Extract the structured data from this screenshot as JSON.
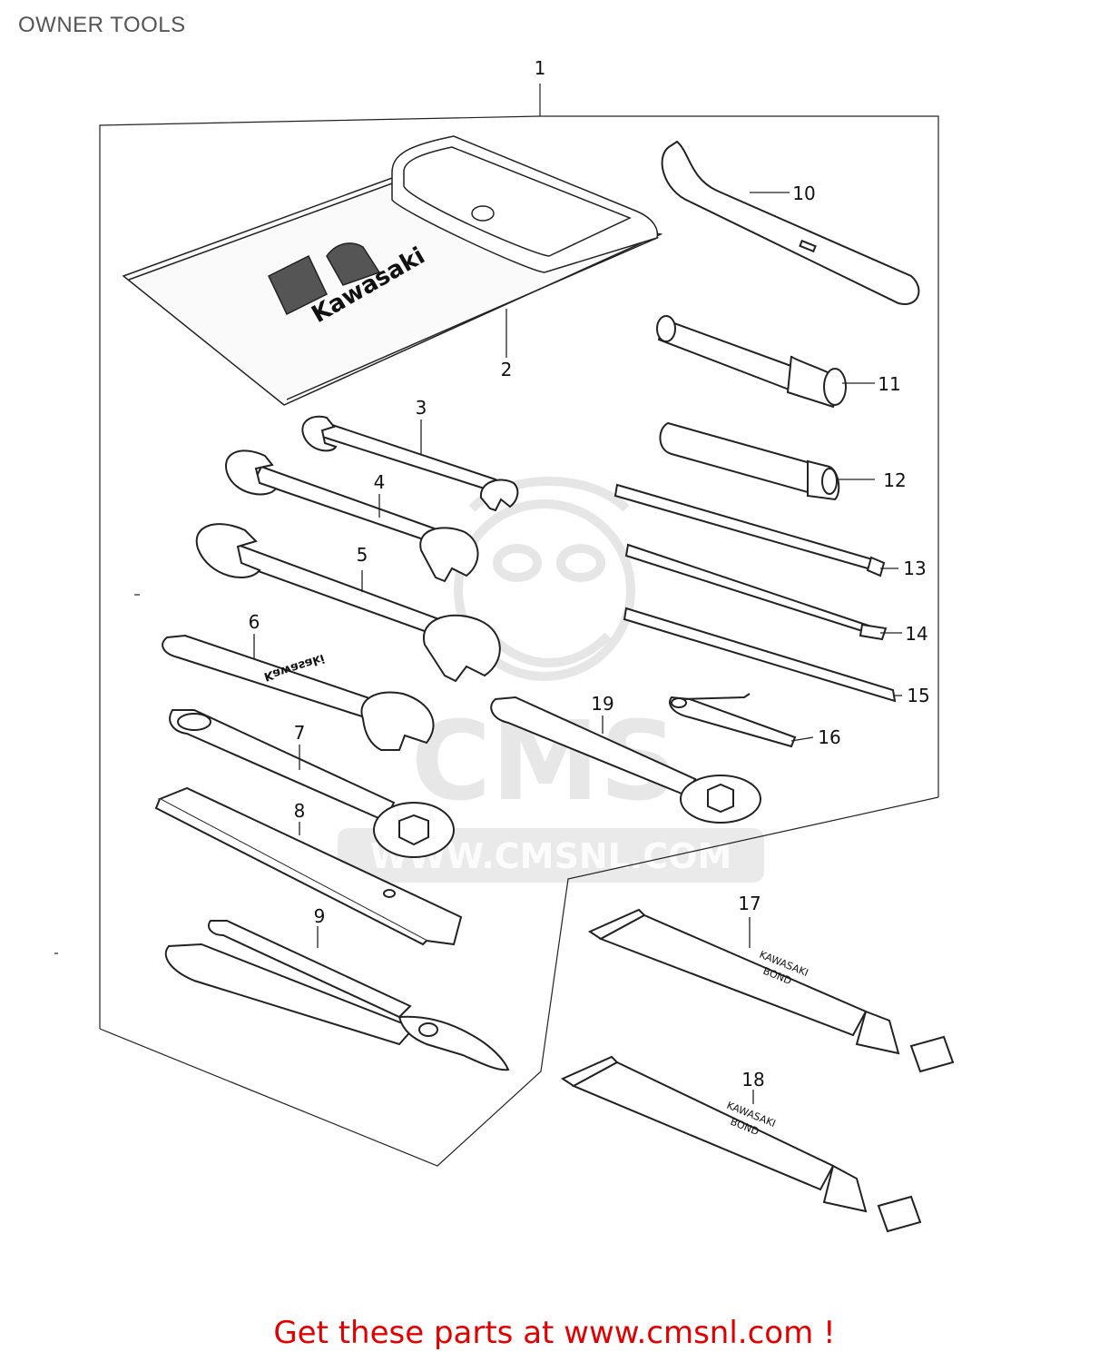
{
  "title": "OWNER TOOLS",
  "callouts": [
    "1",
    "2",
    "3",
    "4",
    "5",
    "6",
    "7",
    "8",
    "9",
    "10",
    "11",
    "12",
    "13",
    "14",
    "15",
    "16",
    "17",
    "18",
    "19"
  ],
  "pouch_brand": "Kawasaki",
  "wrench6_stamp": "Kawasaki",
  "tube17_label": [
    "KAWASAKI",
    "BOND"
  ],
  "tube18_label": [
    "KAWASAKI",
    "BOND"
  ],
  "watermark": {
    "brand": "CMS",
    "url": "WWW.CMSNL.COM"
  },
  "footer": {
    "text": "Get these parts at www.cmsnl.com !",
    "color": "#e00000"
  }
}
